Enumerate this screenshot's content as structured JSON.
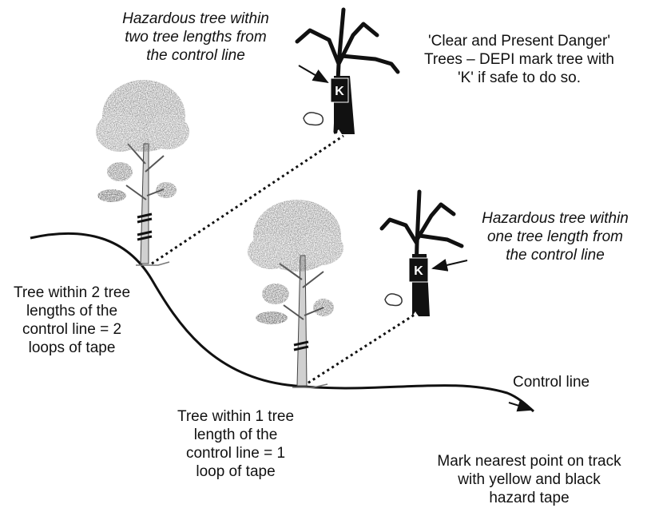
{
  "labels": {
    "top_hazard": [
      "Hazardous tree within",
      "two tree lengths from",
      "the control line"
    ],
    "clear_danger": [
      "'Clear and Present Danger'",
      "Trees – DEPI mark tree with",
      "'K' if safe to do so."
    ],
    "mid_hazard": [
      "Hazardous tree within",
      "one tree length from",
      "the control line"
    ],
    "two_lengths": [
      "Tree within 2 tree",
      "lengths of the",
      "control line = 2",
      "loops of tape"
    ],
    "one_length": [
      "Tree within 1 tree",
      "length of the",
      "control line = 1",
      "loop of tape"
    ],
    "control_line": "Control line",
    "mark_point": [
      "Mark nearest point on track",
      "with yellow and black",
      "hazard tape"
    ],
    "k_mark": "K"
  },
  "icons": [
    "live-tree-icon",
    "dead-tree-icon",
    "rock-icon",
    "tape-loop-icon"
  ],
  "colors": {
    "ink": "#111111",
    "tree_gray": "#7a7a7a",
    "background": "#ffffff"
  }
}
